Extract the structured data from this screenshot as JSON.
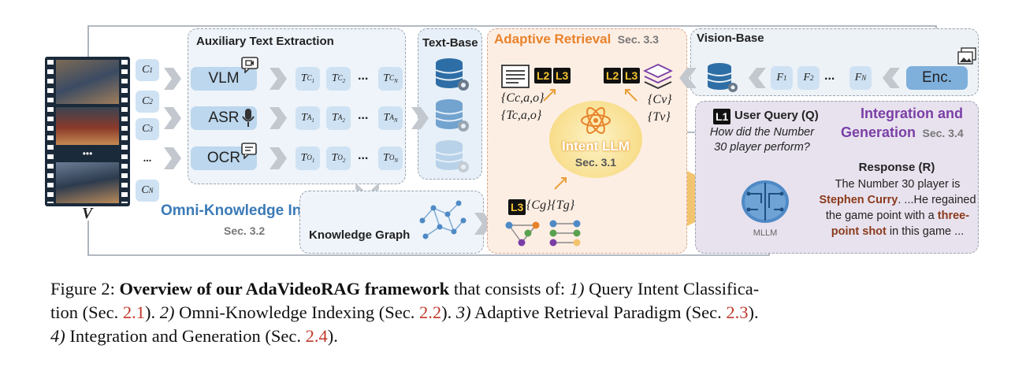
{
  "panels": {
    "ate_title": "Auxiliary Text Extraction",
    "text_base_title": "Text-Base",
    "adaptive_title": "Adaptive Retrieval",
    "adaptive_sec": "Sec. 3.3",
    "vision_base_title": "Vision-Base",
    "integration_title_1": "Integration and",
    "integration_title_2": "Generation",
    "integration_sec": "Sec. 3.4",
    "omni_title": "Omni-Knowledge Indexing",
    "omni_sec": "Sec. 3.2",
    "kg_title": "Knowledge Graph"
  },
  "video": {
    "label": "V",
    "clips": [
      "C1",
      "C2",
      "C3",
      "...",
      "CN"
    ]
  },
  "extractors": [
    {
      "name": "VLM",
      "prefix": "C"
    },
    {
      "name": "ASR",
      "prefix": "A"
    },
    {
      "name": "OCR",
      "prefix": "O"
    }
  ],
  "token_dots": "...",
  "retrieval": {
    "text_tags": [
      "L2",
      "L3"
    ],
    "vision_tags": [
      "L2",
      "L3"
    ],
    "graph_tag": "L3",
    "text_sets_1": "{Cc,a,o}",
    "text_sets_2": "{Tc,a,o}",
    "vision_sets_1": "{Cv}",
    "vision_sets_2": "{Tv}",
    "graph_sets": "{Cg}{Tg}",
    "intent_label": "Intent LLM",
    "intent_sec": "Sec. 3.1"
  },
  "vision": {
    "features": [
      "F1",
      "F2",
      "...",
      "FN"
    ],
    "encoder": "Enc."
  },
  "query": {
    "tag": "L1",
    "title": "User Query (Q)",
    "text_1": "How did the Number",
    "text_2": "30 player perform?"
  },
  "response": {
    "title": "Response (R)",
    "line1": "The Number 30 player is",
    "line2a": "Stephen Curry",
    "line2b": ". ...He regained",
    "line3a": "the game point with a ",
    "line3b": "three-",
    "line4a": "point shot",
    "line4b": " in this game ...",
    "mllm": "MLLM"
  },
  "caption": {
    "lead": "Figure 2:  ",
    "bold": "Overview of our AdaVideoRAG framework",
    "t1": " that consists of: ",
    "i1": "1)",
    "t2": " Query Intent Classifica-",
    "t3": "tion (Sec. ",
    "r1": "2.1",
    "t4": "). ",
    "i2": "2)",
    "t5": " Omni-Knowledge Indexing (Sec. ",
    "r2": "2.2",
    "t6": "). ",
    "i3": "3)",
    "t7": " Adaptive Retrieval Paradigm (Sec. ",
    "r3": "2.3",
    "t8": ").",
    "i4": "4)",
    "t9": " Integration and Generation (Sec. ",
    "r4": "2.4",
    "t10": ")."
  },
  "colors": {
    "pill_blue": "#bcd7ee",
    "token_blue": "#cfe2f3",
    "omni_blue": "#3a7ab8",
    "adaptive_orange": "#e8822a",
    "integration_purple": "#7a3fa6",
    "tag_yellow": "#f4c430",
    "caption_ref_red": "#c0392b"
  }
}
